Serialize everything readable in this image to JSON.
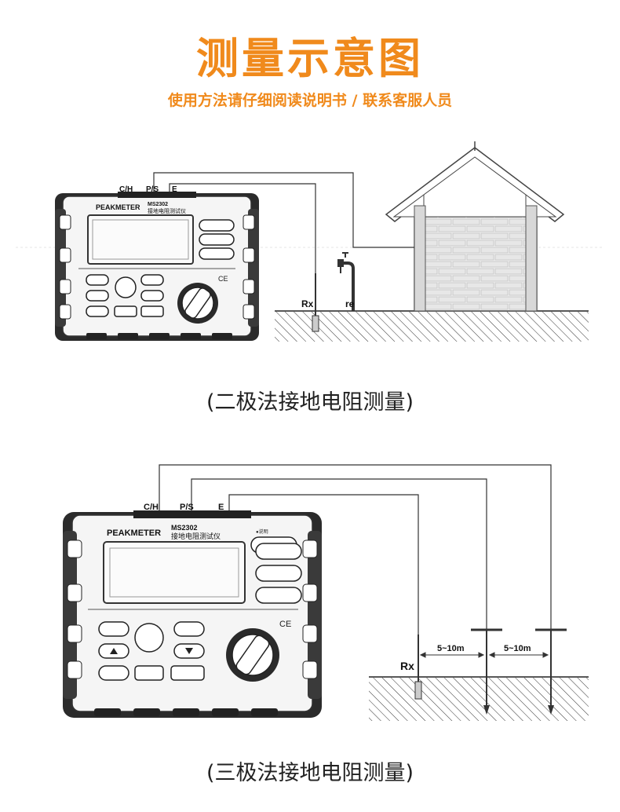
{
  "header": {
    "title": "测量示意图",
    "subtitle": "使用方法请仔细阅读说明书 / 联系客服人员"
  },
  "diagram1": {
    "caption": "(二极法接地电阻测量)",
    "terminals": [
      "C/H",
      "P/S",
      "E"
    ],
    "brand": "PEAKMETER",
    "model": "MS2302",
    "device_name": "接地电阻测试仪",
    "label_rx": "Rx",
    "label_re": "re"
  },
  "diagram2": {
    "caption": "(三极法接地电阻测量)",
    "terminals": [
      "C/H",
      "P/S",
      "E"
    ],
    "brand": "PEAKMETER",
    "model": "MS2302",
    "device_name": "接地电阻测试仪",
    "label_rx": "Rx",
    "distance_1": "5~10m",
    "distance_2": "5~10m"
  }
}
